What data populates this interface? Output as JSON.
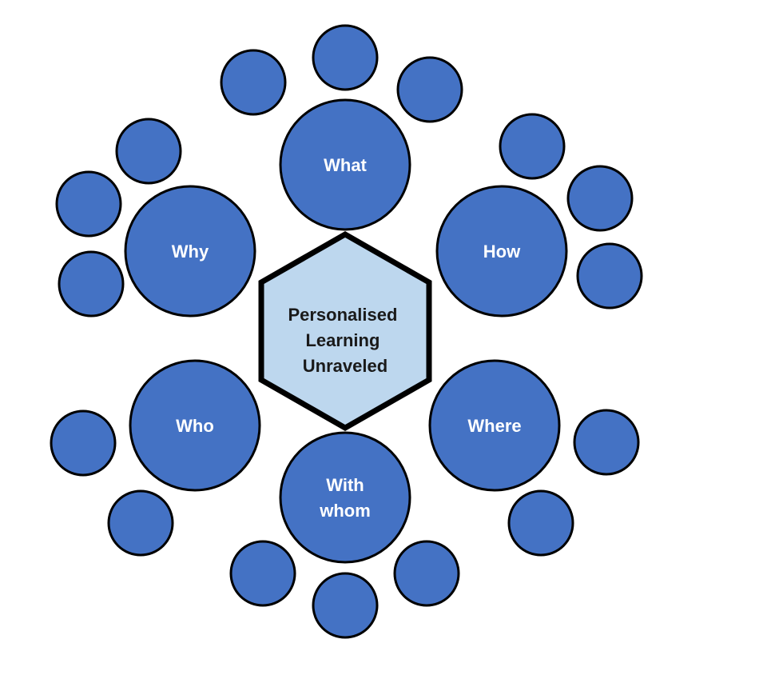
{
  "colors": {
    "circle_fill": "#4472C4",
    "hexagon_fill": "#BDD7EE",
    "outline": "#000000",
    "hub_text": "#FFFFFF",
    "center_text": "#1A1A1A"
  },
  "center": {
    "label_lines": [
      "Personalised",
      "Learning",
      "Unraveled"
    ]
  },
  "hubs": [
    {
      "id": "what",
      "label_lines": [
        "What"
      ],
      "satellite_count": 3
    },
    {
      "id": "how",
      "label_lines": [
        "How"
      ],
      "satellite_count": 3
    },
    {
      "id": "where",
      "label_lines": [
        "Where"
      ],
      "satellite_count": 2
    },
    {
      "id": "with-whom",
      "label_lines": [
        "With",
        "whom"
      ],
      "satellite_count": 3
    },
    {
      "id": "who",
      "label_lines": [
        "Who"
      ],
      "satellite_count": 2
    },
    {
      "id": "why",
      "label_lines": [
        "Why"
      ],
      "satellite_count": 3
    }
  ]
}
